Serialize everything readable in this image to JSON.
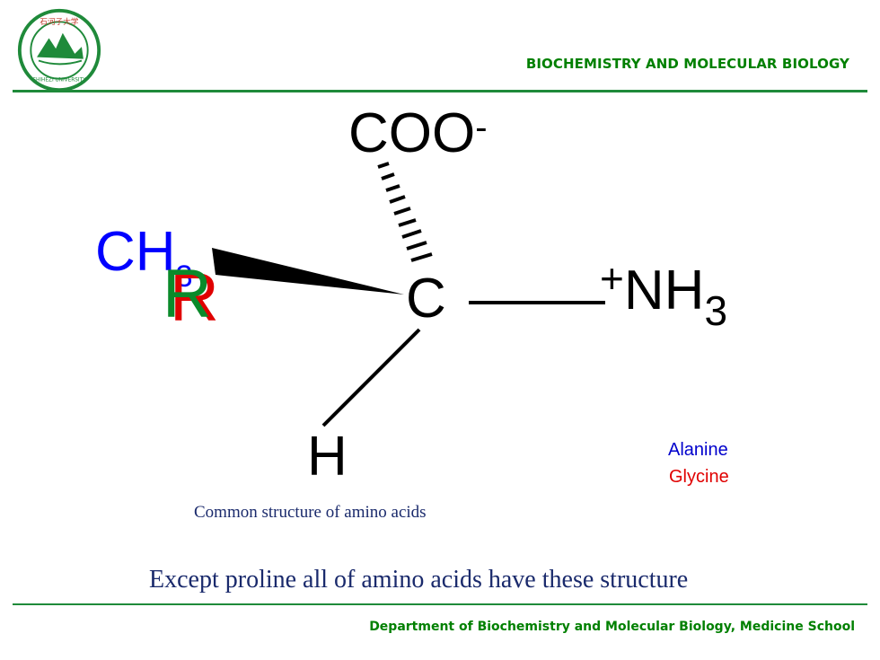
{
  "header": {
    "title": "BIOCHEMISTRY  AND MOLECULAR BIOLOGY",
    "logo_text": "SHIHEZI UNIVERSITY"
  },
  "diagram": {
    "carboxyl": "COO",
    "carboxyl_charge": "-",
    "alpha_carbon": "C",
    "amino_charge": "+",
    "amino_base": "NH",
    "amino_sub": "3",
    "hydrogen": "H",
    "methyl_base": "CH",
    "methyl_sub": "3",
    "r_group": "R"
  },
  "legend": {
    "alanine": "Alanine",
    "glycine": "Glycine"
  },
  "caption": "Common structure of amino acids",
  "statement": "Except proline all of amino acids have these structure",
  "footer": {
    "title": "Department  of Biochemistry and Molecular Biology, Medicine School"
  },
  "colors": {
    "brand_green": "#008000",
    "methyl_blue": "#0000ff",
    "r_group_green": "#0a8a2a",
    "glycine_red": "#e00000",
    "text_navy": "#1a2a6c"
  }
}
